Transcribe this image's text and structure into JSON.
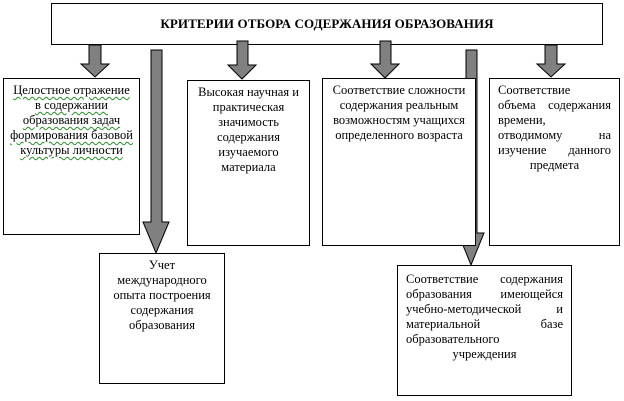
{
  "title": "КРИТЕРИИ ОТБОРА СОДЕРЖАНИЯ ОБРАЗОВАНИЯ",
  "criteria": [
    {
      "text": "Целостное отражение в содержании образования задач формирования базовой культуры личности"
    },
    {
      "text": "Учет международного опыта построения содержания образования"
    },
    {
      "text": "Высокая научная и практическая значимость содержания изучаемого материала"
    },
    {
      "text": "Соответствие сложности содержания реальным возможностям учащихся определенного возраста"
    },
    {
      "text": "Соответствие содержания образования имеющейся учебно-методической и материальной базе образовательного учреждения"
    },
    {
      "text": "Соответствие объема содержания времени, отводимому на изучение данного предмета"
    }
  ],
  "colors": {
    "arrow_fill": "#808080",
    "border": "#000000",
    "spellcheck_underline": "#2f8a2f"
  }
}
